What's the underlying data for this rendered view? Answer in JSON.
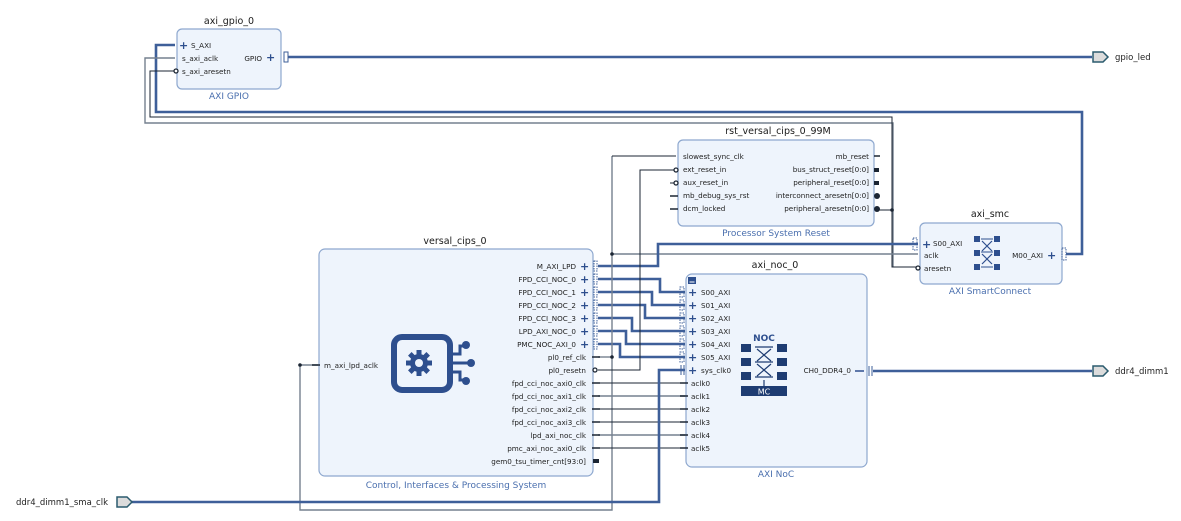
{
  "diagram": {
    "blocks": {
      "axi_gpio": {
        "instance": "axi_gpio_0",
        "subtitle": "AXI GPIO",
        "left_pins": [
          "S_AXI",
          "s_axi_aclk",
          "s_axi_aresetn"
        ],
        "right_pins": [
          "GPIO"
        ]
      },
      "rst": {
        "instance": "rst_versal_cips_0_99M",
        "subtitle": "Processor System Reset",
        "left_pins": [
          "slowest_sync_clk",
          "ext_reset_in",
          "aux_reset_in",
          "mb_debug_sys_rst",
          "dcm_locked"
        ],
        "right_pins": [
          "mb_reset",
          "bus_struct_reset[0:0]",
          "peripheral_reset[0:0]",
          "interconnect_aresetn[0:0]",
          "peripheral_aresetn[0:0]"
        ]
      },
      "smc": {
        "instance": "axi_smc",
        "subtitle": "AXI SmartConnect",
        "left_pins": [
          "S00_AXI",
          "aclk",
          "aresetn"
        ],
        "right_pins": [
          "M00_AXI"
        ]
      },
      "cips": {
        "instance": "versal_cips_0",
        "subtitle": "Control, Interfaces & Processing System",
        "left_pins": [
          "m_axi_lpd_aclk"
        ],
        "right_pins": [
          "M_AXI_LPD",
          "FPD_CCI_NOC_0",
          "FPD_CCI_NOC_1",
          "FPD_CCI_NOC_2",
          "FPD_CCI_NOC_3",
          "LPD_AXI_NOC_0",
          "PMC_NOC_AXI_0",
          "pl0_ref_clk",
          "pl0_resetn",
          "fpd_cci_noc_axi0_clk",
          "fpd_cci_noc_axi1_clk",
          "fpd_cci_noc_axi2_clk",
          "fpd_cci_noc_axi3_clk",
          "lpd_axi_noc_clk",
          "pmc_axi_noc_axi0_clk",
          "gem0_tsu_timer_cnt[93:0]"
        ]
      },
      "noc": {
        "instance": "axi_noc_0",
        "subtitle": "AXI NoC",
        "left_pins": [
          "S00_AXI",
          "S01_AXI",
          "S02_AXI",
          "S03_AXI",
          "S04_AXI",
          "S05_AXI",
          "sys_clk0",
          "aclk0",
          "aclk1",
          "aclk2",
          "aclk3",
          "aclk4",
          "aclk5"
        ],
        "right_pins": [
          "CH0_DDR4_0"
        ],
        "icon_top": "NOC",
        "icon_bottom": "MC"
      }
    },
    "ports": {
      "gpio_led": "gpio_led",
      "ddr4_dimm1": "ddr4_dimm1",
      "ddr4_dimm1_sma_clk": "ddr4_dimm1_sma_clk"
    },
    "colors": {
      "block_fill": "#eef4fc",
      "block_stroke": "#8ea8cf",
      "bus": "#3e5f99",
      "net": "#1b2533",
      "subtitle": "#4a6fae",
      "icon": "#2e4f8e"
    }
  }
}
